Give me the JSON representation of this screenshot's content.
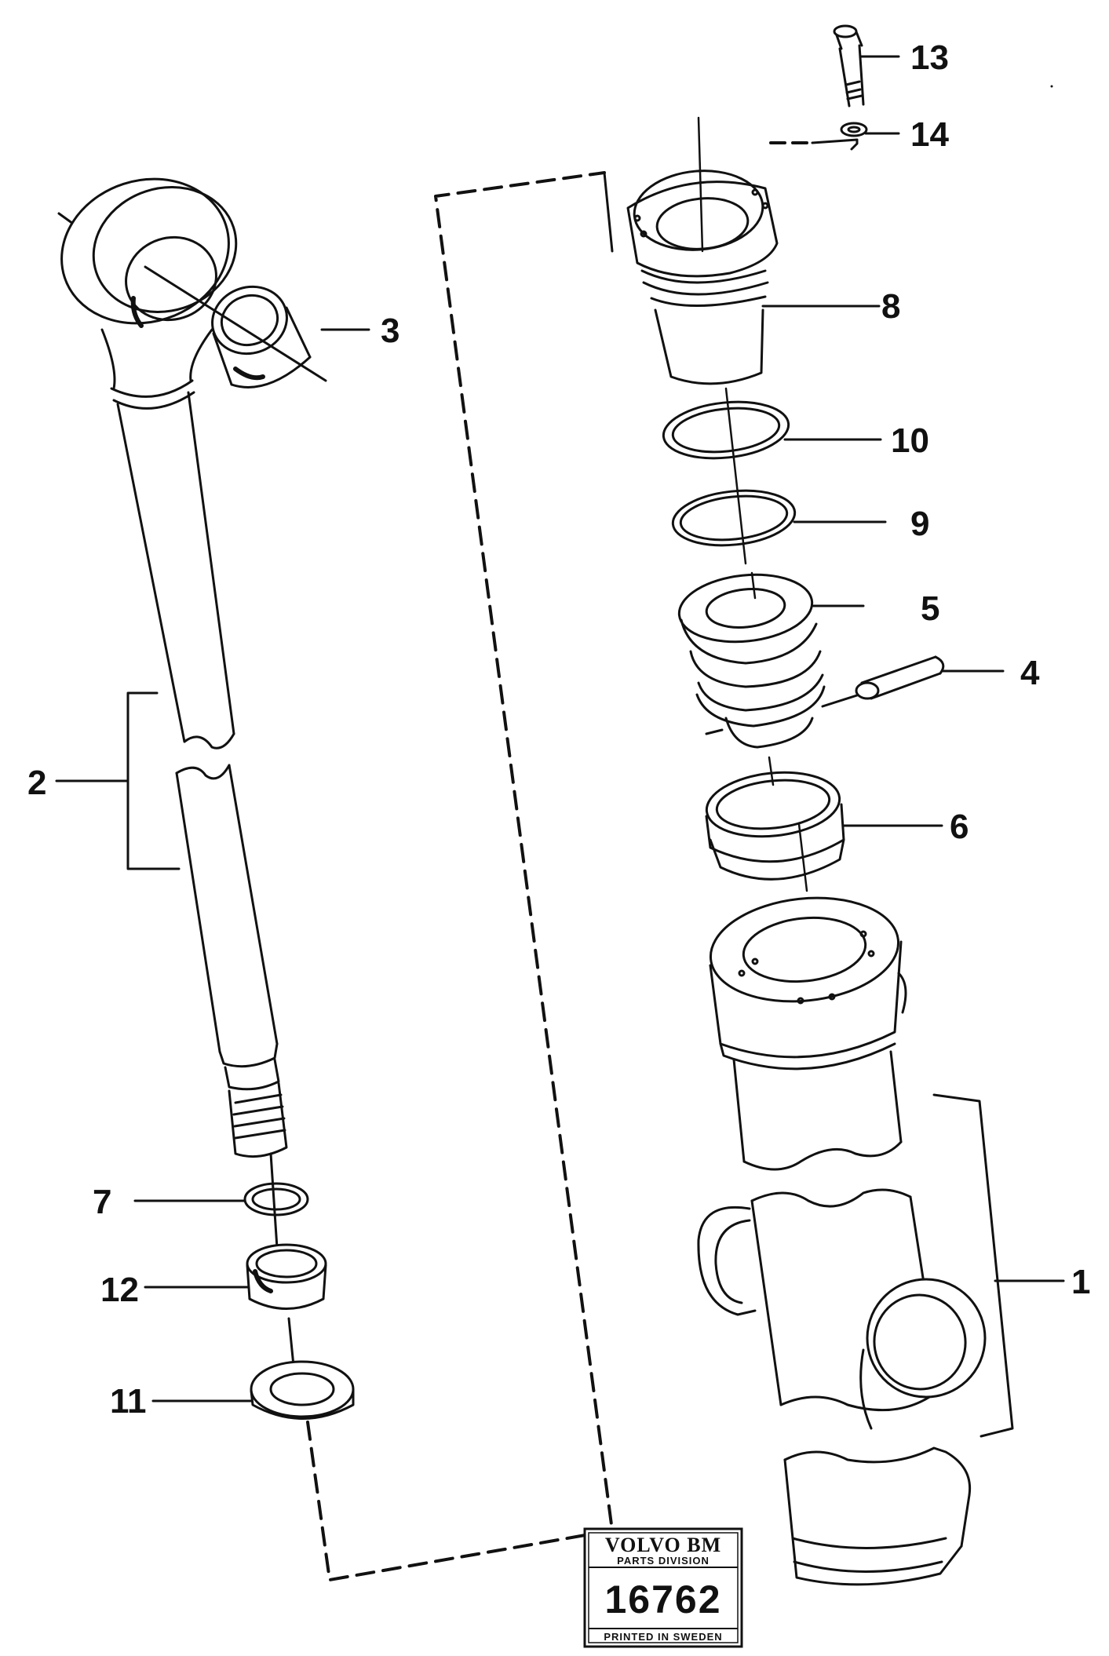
{
  "callouts": {
    "c1": "1",
    "c2": "2",
    "c3": "3",
    "c4": "4",
    "c5": "5",
    "c6": "6",
    "c7": "7",
    "c8": "8",
    "c9": "9",
    "c10": "10",
    "c11": "11",
    "c12": "12",
    "c13": "13",
    "c14": "14"
  },
  "stamp": {
    "brand": "VOLVO BM",
    "division": "PARTS DIVISION",
    "number": "16762",
    "printed": "PRINTED IN SWEDEN"
  }
}
